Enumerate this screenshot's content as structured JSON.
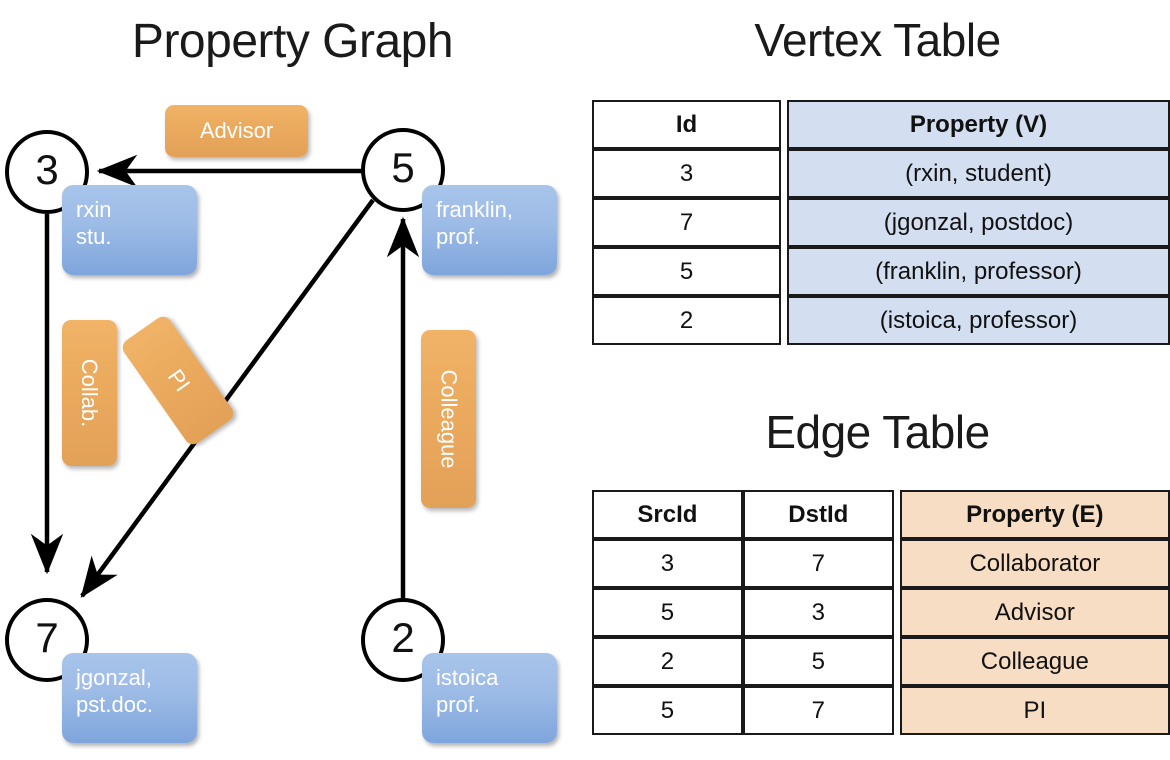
{
  "graph": {
    "title": "Property Graph",
    "nodes": [
      {
        "id": "3",
        "property_lines": [
          "rxin",
          "stu."
        ]
      },
      {
        "id": "5",
        "property_lines": [
          "franklin,",
          "prof."
        ]
      },
      {
        "id": "7",
        "property_lines": [
          "jgonzal,",
          "pst.doc."
        ]
      },
      {
        "id": "2",
        "property_lines": [
          "istoica",
          "prof."
        ]
      }
    ],
    "node_labels": {
      "n3": "3",
      "n5": "5",
      "n7": "7",
      "n2": "2"
    },
    "property_labels": {
      "rxin_l1": "rxin",
      "rxin_l2": "stu.",
      "franklin_l1": "franklin,",
      "franklin_l2": "prof.",
      "jgonzal_l1": "jgonzal,",
      "jgonzal_l2": "pst.doc.",
      "istoica_l1": "istoica",
      "istoica_l2": "prof."
    },
    "edge_labels": {
      "advisor": "Advisor",
      "collab": "Collab.",
      "pi": "PI",
      "colleague": "Colleague"
    },
    "edges": [
      {
        "from": "5",
        "to": "3",
        "label": "Advisor"
      },
      {
        "from": "3",
        "to": "7",
        "label": "Collab."
      },
      {
        "from": "5",
        "to": "7",
        "label": "PI"
      },
      {
        "from": "2",
        "to": "5",
        "label": "Colleague"
      }
    ]
  },
  "vertex_table": {
    "title": "Vertex Table",
    "headers": [
      "Id",
      "Property (V)"
    ],
    "rows": [
      {
        "id": "3",
        "property": "(rxin, student)"
      },
      {
        "id": "7",
        "property": "(jgonzal, postdoc)"
      },
      {
        "id": "5",
        "property": "(franklin, professor)"
      },
      {
        "id": "2",
        "property": "(istoica, professor)"
      }
    ]
  },
  "edge_table": {
    "title": "Edge Table",
    "headers": [
      "SrcId",
      "DstId",
      "Property (E)"
    ],
    "rows": [
      {
        "src": "3",
        "dst": "7",
        "property": "Collaborator"
      },
      {
        "src": "5",
        "dst": "3",
        "property": "Advisor"
      },
      {
        "src": "2",
        "dst": "5",
        "property": "Colleague"
      },
      {
        "src": "5",
        "dst": "7",
        "property": "PI"
      }
    ]
  },
  "colors": {
    "vertex_property_fill": "#d3dff0",
    "edge_property_fill": "#f7ddc3",
    "node_box_blue": "#9cbbe6",
    "edge_label_orange": "#eaa95d",
    "stroke": "#000000",
    "background": "#ffffff"
  }
}
